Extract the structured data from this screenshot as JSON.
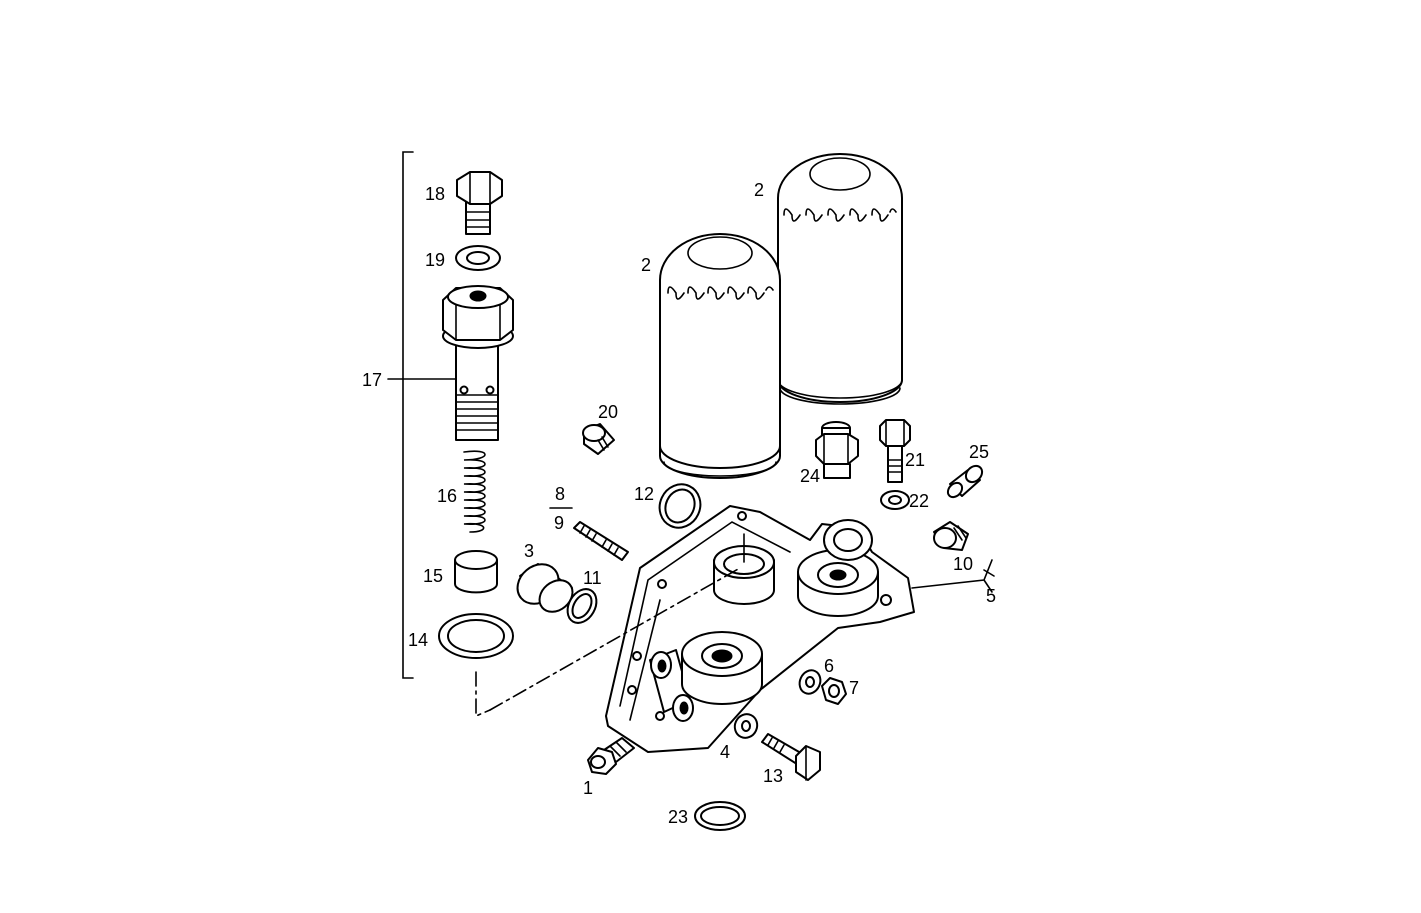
{
  "labels": {
    "l1": "1",
    "l2a": "2",
    "l2b": "2",
    "l3": "3",
    "l4": "4",
    "l5": "5",
    "l6": "6",
    "l7": "7",
    "l8": "8",
    "l9": "9",
    "l10": "10",
    "l11": "11",
    "l12": "12",
    "l13": "13",
    "l14": "14",
    "l15": "15",
    "l16": "16",
    "l17": "17",
    "l18": "18",
    "l19": "19",
    "l20": "20",
    "l21": "21",
    "l22": "22",
    "l23": "23",
    "l24": "24",
    "l25": "25"
  }
}
